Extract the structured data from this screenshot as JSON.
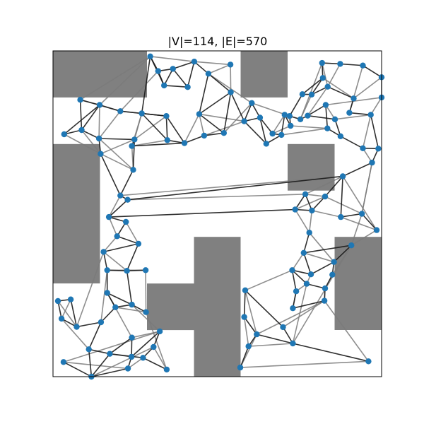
{
  "title": "|V|=114, |E|=570",
  "colors": {
    "obstacle": "#808080",
    "node": "#1f77b4",
    "edge_dark": "#1a1a1a",
    "edge_light": "#7a7a7a",
    "frame": "#000000"
  },
  "chart_data": {
    "type": "scatter",
    "title": "|V|=114, |E|=570",
    "vertex_count": 114,
    "edge_count": 570,
    "xlim": [
      0,
      1
    ],
    "ylim": [
      0,
      1
    ],
    "obstacles": [
      [
        0.0,
        0.857,
        0.286,
        1.0
      ],
      [
        0.571,
        0.857,
        0.714,
        1.0
      ],
      [
        0.0,
        0.286,
        0.143,
        0.714
      ],
      [
        0.714,
        0.571,
        0.857,
        0.714
      ],
      [
        0.429,
        0.0,
        0.571,
        0.429
      ],
      [
        0.286,
        0.143,
        0.429,
        0.286
      ],
      [
        0.857,
        0.143,
        1.0,
        0.429
      ]
    ],
    "nodes": [
      [
        0.296,
        0.983
      ],
      [
        0.43,
        0.967
      ],
      [
        0.54,
        0.958
      ],
      [
        0.32,
        0.938
      ],
      [
        0.365,
        0.945
      ],
      [
        0.473,
        0.93
      ],
      [
        0.338,
        0.894
      ],
      [
        0.41,
        0.889
      ],
      [
        0.541,
        0.873
      ],
      [
        0.083,
        0.85
      ],
      [
        0.142,
        0.834
      ],
      [
        0.205,
        0.815
      ],
      [
        0.27,
        0.808
      ],
      [
        0.345,
        0.8
      ],
      [
        0.445,
        0.806
      ],
      [
        0.605,
        0.84
      ],
      [
        0.582,
        0.784
      ],
      [
        0.034,
        0.744
      ],
      [
        0.087,
        0.757
      ],
      [
        0.14,
        0.731
      ],
      [
        0.248,
        0.728
      ],
      [
        0.348,
        0.726
      ],
      [
        0.4,
        0.717
      ],
      [
        0.46,
        0.74
      ],
      [
        0.52,
        0.748
      ],
      [
        0.145,
        0.684
      ],
      [
        0.24,
        0.708
      ],
      [
        0.63,
        0.795
      ],
      [
        0.649,
        0.715
      ],
      [
        0.695,
        0.742
      ],
      [
        0.72,
        0.8
      ],
      [
        0.753,
        0.79
      ],
      [
        0.819,
        0.963
      ],
      [
        0.821,
        0.917
      ],
      [
        0.874,
        0.96
      ],
      [
        0.943,
        0.955
      ],
      [
        0.915,
        0.854
      ],
      [
        0.902,
        0.81
      ],
      [
        1.0,
        0.919
      ],
      [
        1.0,
        0.857
      ],
      [
        0.723,
        0.77
      ],
      [
        0.836,
        0.89
      ],
      [
        0.787,
        0.866
      ],
      [
        0.759,
        0.867
      ],
      [
        0.83,
        0.834
      ],
      [
        0.775,
        0.801
      ],
      [
        0.858,
        0.79
      ],
      [
        0.967,
        0.804
      ],
      [
        0.835,
        0.762
      ],
      [
        0.875,
        0.738
      ],
      [
        0.943,
        0.701
      ],
      [
        0.99,
        0.7
      ],
      [
        0.705,
        0.804
      ],
      [
        0.668,
        0.746
      ],
      [
        0.244,
        0.635
      ],
      [
        0.205,
        0.556
      ],
      [
        0.227,
        0.543
      ],
      [
        0.882,
        0.615
      ],
      [
        0.971,
        0.657
      ],
      [
        0.768,
        0.56
      ],
      [
        0.737,
        0.513
      ],
      [
        0.788,
        0.51
      ],
      [
        0.828,
        0.553
      ],
      [
        0.876,
        0.49
      ],
      [
        0.94,
        0.5
      ],
      [
        0.985,
        0.45
      ],
      [
        0.17,
        0.49
      ],
      [
        0.222,
        0.475
      ],
      [
        0.195,
        0.431
      ],
      [
        0.26,
        0.408
      ],
      [
        0.154,
        0.383
      ],
      [
        0.165,
        0.327
      ],
      [
        0.225,
        0.325
      ],
      [
        0.282,
        0.327
      ],
      [
        0.165,
        0.257
      ],
      [
        0.19,
        0.213
      ],
      [
        0.24,
        0.221
      ],
      [
        0.283,
        0.198
      ],
      [
        0.78,
        0.442
      ],
      [
        0.908,
        0.403
      ],
      [
        0.855,
        0.352
      ],
      [
        0.785,
        0.314
      ],
      [
        0.73,
        0.21
      ],
      [
        0.74,
        0.262
      ],
      [
        0.763,
        0.38
      ],
      [
        0.85,
        0.313
      ],
      [
        0.828,
        0.271
      ],
      [
        0.728,
        0.327
      ],
      [
        0.772,
        0.285
      ],
      [
        0.826,
        0.233
      ],
      [
        0.054,
        0.237
      ],
      [
        0.015,
        0.232
      ],
      [
        0.026,
        0.178
      ],
      [
        0.072,
        0.153
      ],
      [
        0.146,
        0.167
      ],
      [
        0.109,
        0.084
      ],
      [
        0.173,
        0.07
      ],
      [
        0.24,
        0.12
      ],
      [
        0.239,
        0.061
      ],
      [
        0.325,
        0.139
      ],
      [
        0.032,
        0.045
      ],
      [
        0.117,
        0.0
      ],
      [
        0.228,
        0.025
      ],
      [
        0.306,
        0.091
      ],
      [
        0.274,
        0.058
      ],
      [
        0.346,
        0.022
      ],
      [
        0.585,
        0.265
      ],
      [
        0.582,
        0.183
      ],
      [
        0.62,
        0.13
      ],
      [
        0.595,
        0.093
      ],
      [
        0.57,
        0.028
      ],
      [
        0.7,
        0.152
      ],
      [
        0.73,
        0.102
      ],
      [
        0.96,
        0.047
      ]
    ],
    "edges_dark": [
      [
        0,
        3
      ],
      [
        0,
        6
      ],
      [
        3,
        4
      ],
      [
        4,
        6
      ],
      [
        3,
        6
      ],
      [
        4,
        1
      ],
      [
        1,
        7
      ],
      [
        4,
        7
      ],
      [
        6,
        7
      ],
      [
        1,
        5
      ],
      [
        5,
        8
      ],
      [
        8,
        14
      ],
      [
        5,
        14
      ],
      [
        0,
        12
      ],
      [
        12,
        13
      ],
      [
        13,
        11
      ],
      [
        9,
        10
      ],
      [
        10,
        11
      ],
      [
        9,
        18
      ],
      [
        18,
        17
      ],
      [
        10,
        18
      ],
      [
        17,
        10
      ],
      [
        19,
        20
      ],
      [
        18,
        19
      ],
      [
        19,
        25
      ],
      [
        13,
        21
      ],
      [
        21,
        12
      ],
      [
        13,
        22
      ],
      [
        21,
        22
      ],
      [
        22,
        26
      ],
      [
        20,
        26
      ],
      [
        22,
        23
      ],
      [
        23,
        24
      ],
      [
        14,
        24
      ],
      [
        24,
        8
      ],
      [
        15,
        16
      ],
      [
        8,
        16
      ],
      [
        16,
        27
      ],
      [
        27,
        28
      ],
      [
        28,
        29
      ],
      [
        29,
        53
      ],
      [
        53,
        27
      ],
      [
        15,
        27
      ],
      [
        16,
        28
      ],
      [
        29,
        52
      ],
      [
        52,
        40
      ],
      [
        40,
        30
      ],
      [
        30,
        31
      ],
      [
        31,
        45
      ],
      [
        32,
        33
      ],
      [
        32,
        34
      ],
      [
        34,
        35
      ],
      [
        35,
        38
      ],
      [
        33,
        43
      ],
      [
        43,
        42
      ],
      [
        42,
        41
      ],
      [
        41,
        36
      ],
      [
        36,
        37
      ],
      [
        37,
        47
      ],
      [
        33,
        42
      ],
      [
        43,
        30
      ],
      [
        44,
        45
      ],
      [
        44,
        48
      ],
      [
        45,
        46
      ],
      [
        46,
        49
      ],
      [
        48,
        49
      ],
      [
        49,
        50
      ],
      [
        50,
        51
      ],
      [
        47,
        51
      ],
      [
        20,
        54
      ],
      [
        54,
        55
      ],
      [
        55,
        56
      ],
      [
        25,
        55
      ],
      [
        56,
        57
      ],
      [
        57,
        58
      ],
      [
        58,
        51
      ],
      [
        59,
        60
      ],
      [
        59,
        61
      ],
      [
        60,
        61
      ],
      [
        61,
        62
      ],
      [
        62,
        57
      ],
      [
        63,
        57
      ],
      [
        63,
        64
      ],
      [
        64,
        65
      ],
      [
        60,
        66
      ],
      [
        66,
        67
      ],
      [
        67,
        68
      ],
      [
        68,
        69
      ],
      [
        56,
        66
      ],
      [
        69,
        70
      ],
      [
        70,
        71
      ],
      [
        71,
        72
      ],
      [
        72,
        69
      ],
      [
        72,
        73
      ],
      [
        71,
        74
      ],
      [
        74,
        75
      ],
      [
        75,
        76
      ],
      [
        76,
        77
      ],
      [
        72,
        76
      ],
      [
        74,
        76
      ],
      [
        78,
        84
      ],
      [
        84,
        79
      ],
      [
        79,
        80
      ],
      [
        80,
        81
      ],
      [
        81,
        84
      ],
      [
        81,
        87
      ],
      [
        87,
        88
      ],
      [
        88,
        86
      ],
      [
        86,
        85
      ],
      [
        85,
        80
      ],
      [
        87,
        83
      ],
      [
        83,
        82
      ],
      [
        82,
        89
      ],
      [
        89,
        86
      ],
      [
        90,
        91
      ],
      [
        91,
        92
      ],
      [
        92,
        93
      ],
      [
        90,
        93
      ],
      [
        93,
        94
      ],
      [
        94,
        95
      ],
      [
        95,
        96
      ],
      [
        96,
        97
      ],
      [
        97,
        98
      ],
      [
        98,
        102
      ],
      [
        102,
        101
      ],
      [
        101,
        96
      ],
      [
        95,
        101
      ],
      [
        100,
        101
      ],
      [
        96,
        104
      ],
      [
        104,
        103
      ],
      [
        103,
        99
      ],
      [
        99,
        98
      ],
      [
        104,
        105
      ],
      [
        106,
        107
      ],
      [
        107,
        108
      ],
      [
        108,
        109
      ],
      [
        109,
        110
      ],
      [
        106,
        111
      ],
      [
        111,
        112
      ],
      [
        108,
        112
      ],
      [
        112,
        113
      ],
      [
        94,
        75
      ]
    ],
    "edges_light": [
      [
        0,
        9
      ],
      [
        0,
        10
      ],
      [
        3,
        11
      ],
      [
        11,
        12
      ],
      [
        0,
        1
      ],
      [
        1,
        2
      ],
      [
        2,
        5
      ],
      [
        5,
        15
      ],
      [
        2,
        8
      ],
      [
        9,
        11
      ],
      [
        10,
        19
      ],
      [
        11,
        19
      ],
      [
        12,
        20
      ],
      [
        13,
        20
      ],
      [
        20,
        25
      ],
      [
        12,
        26
      ],
      [
        21,
        26
      ],
      [
        22,
        14
      ],
      [
        23,
        14
      ],
      [
        24,
        15
      ],
      [
        14,
        16
      ],
      [
        16,
        23
      ],
      [
        15,
        30
      ],
      [
        30,
        52
      ],
      [
        31,
        32
      ],
      [
        31,
        42
      ],
      [
        32,
        41
      ],
      [
        33,
        36
      ],
      [
        34,
        41
      ],
      [
        35,
        37
      ],
      [
        38,
        36
      ],
      [
        38,
        39
      ],
      [
        39,
        47
      ],
      [
        39,
        44
      ],
      [
        41,
        45
      ],
      [
        44,
        46
      ],
      [
        46,
        47
      ],
      [
        47,
        50
      ],
      [
        48,
        40
      ],
      [
        52,
        53
      ],
      [
        40,
        53
      ],
      [
        29,
        48
      ],
      [
        17,
        25
      ],
      [
        18,
        25
      ],
      [
        19,
        54
      ],
      [
        25,
        54
      ],
      [
        26,
        54
      ],
      [
        55,
        57
      ],
      [
        56,
        59
      ],
      [
        57,
        59
      ],
      [
        58,
        64
      ],
      [
        59,
        62
      ],
      [
        60,
        62
      ],
      [
        61,
        63
      ],
      [
        62,
        64
      ],
      [
        50,
        58
      ],
      [
        58,
        64
      ],
      [
        64,
        79
      ],
      [
        65,
        79
      ],
      [
        65,
        63
      ],
      [
        66,
        68
      ],
      [
        66,
        55
      ],
      [
        67,
        69
      ],
      [
        68,
        70
      ],
      [
        70,
        72
      ],
      [
        71,
        73
      ],
      [
        73,
        77
      ],
      [
        74,
        75
      ],
      [
        75,
        77
      ],
      [
        60,
        78
      ],
      [
        78,
        61
      ],
      [
        78,
        80
      ],
      [
        79,
        85
      ],
      [
        80,
        84
      ],
      [
        81,
        88
      ],
      [
        82,
        83
      ],
      [
        84,
        87
      ],
      [
        86,
        89
      ],
      [
        83,
        88
      ],
      [
        87,
        106
      ],
      [
        89,
        108
      ],
      [
        88,
        112
      ],
      [
        90,
        92
      ],
      [
        91,
        93
      ],
      [
        92,
        95
      ],
      [
        93,
        70
      ],
      [
        94,
        71
      ],
      [
        96,
        98
      ],
      [
        97,
        99
      ],
      [
        99,
        100
      ],
      [
        100,
        102
      ],
      [
        101,
        103
      ],
      [
        102,
        104
      ],
      [
        103,
        105
      ],
      [
        97,
        74
      ],
      [
        99,
        76
      ],
      [
        105,
        77
      ],
      [
        106,
        108
      ],
      [
        107,
        109
      ],
      [
        108,
        110
      ],
      [
        109,
        112
      ],
      [
        110,
        113
      ],
      [
        111,
        89
      ],
      [
        113,
        89
      ],
      [
        112,
        79
      ],
      [
        65,
        57
      ]
    ]
  }
}
